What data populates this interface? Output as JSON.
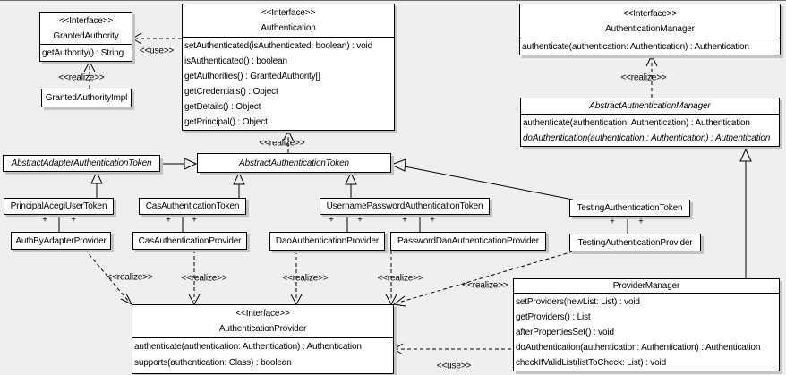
{
  "diagram_type": "uml-class-diagram",
  "colors": {
    "background": "#efefef",
    "box_fill": "#ffffff",
    "line": "#000000",
    "shadow": "#c3c3c3"
  },
  "labels": {
    "interface_stereotype": "<<Interface>>",
    "use": "<<use>>",
    "realize": "<<realize>>",
    "plus": "+"
  },
  "classes": {
    "granted_authority": {
      "stereotype": "<<Interface>>",
      "name": "GrantedAuthority",
      "methods": [
        "getAuthority() : String"
      ]
    },
    "granted_authority_impl": {
      "name": "GrantedAuthorityImpl"
    },
    "authentication": {
      "stereotype": "<<Interface>>",
      "name": "Authentication",
      "methods": [
        "setAuthenticated(isAuthenticated: boolean) : void",
        "isAuthenticated() : boolean",
        "getAuthorities() : GrantedAuthority[]",
        "getCredentials() : Object",
        "getDetails() : Object",
        "getPrincipal() : Object"
      ]
    },
    "authentication_manager": {
      "stereotype": "<<Interface>>",
      "name": "AuthenticationManager",
      "methods": [
        "authenticate(authentication: Authentication) : Authentication"
      ]
    },
    "abstract_authentication_manager": {
      "name": "AbstractAuthenticationManager",
      "abstract": true,
      "methods": [
        "authenticate(authentication: Authentication) : Authentication",
        "doAuthentication(authentication : Authentication) : Authentication"
      ]
    },
    "abstract_adapter_authentication_token": {
      "name": "AbstractAdapterAuthenticationToken",
      "abstract": true
    },
    "abstract_authentication_token": {
      "name": "AbstractAuthenticationToken",
      "abstract": true
    },
    "principal_acegi_user_token": {
      "name": "PrincipalAcegiUserToken"
    },
    "cas_authentication_token": {
      "name": "CasAuthenticationToken"
    },
    "username_password_authentication_token": {
      "name": "UsernamePasswordAuthenticationToken"
    },
    "testing_authentication_token": {
      "name": "TestingAuthenticationToken"
    },
    "auth_by_adapter_provider": {
      "name": "AuthByAdapterProvider"
    },
    "cas_authentication_provider": {
      "name": "CasAuthenticationProvider"
    },
    "dao_authentication_provider": {
      "name": "DaoAuthenticationProvider"
    },
    "password_dao_authentication_provider": {
      "name": "PasswordDaoAuthenticationProvider"
    },
    "testing_authentication_provider": {
      "name": "TestingAuthenticationProvider"
    },
    "authentication_provider": {
      "stereotype": "<<Interface>>",
      "name": "AuthenticationProvider",
      "methods": [
        "authenticate(authentication: Authentication) : Authentication",
        "supports(authentication: Class) : boolean"
      ]
    },
    "provider_manager": {
      "name": "ProviderManager",
      "methods": [
        "setProviders(newList: List) : void",
        "getProviders() : List",
        "afterPropertiesSet() : void",
        "doAuthentication(authentication: Authentication) : Authentication",
        "checkIfValidList(listToCheck: List) : void"
      ]
    }
  },
  "relationships": [
    {
      "from": "GrantedAuthorityImpl",
      "to": "GrantedAuthority",
      "type": "realize"
    },
    {
      "from": "Authentication",
      "to": "GrantedAuthority",
      "type": "use"
    },
    {
      "from": "AbstractAuthenticationToken",
      "to": "Authentication",
      "type": "realize"
    },
    {
      "from": "AbstractAuthenticationManager",
      "to": "AuthenticationManager",
      "type": "realize"
    },
    {
      "from": "AbstractAdapterAuthenticationToken",
      "to": "AbstractAuthenticationToken",
      "type": "generalization"
    },
    {
      "from": "PrincipalAcegiUserToken",
      "to": "AbstractAdapterAuthenticationToken",
      "type": "generalization"
    },
    {
      "from": "CasAuthenticationToken",
      "to": "AbstractAuthenticationToken",
      "type": "generalization"
    },
    {
      "from": "UsernamePasswordAuthenticationToken",
      "to": "AbstractAuthenticationToken",
      "type": "generalization"
    },
    {
      "from": "TestingAuthenticationToken",
      "to": "AbstractAuthenticationToken",
      "type": "generalization"
    },
    {
      "from": "ProviderManager",
      "to": "AbstractAuthenticationManager",
      "type": "generalization"
    },
    {
      "from": "PrincipalAcegiUserToken",
      "to": "AuthByAdapterProvider",
      "type": "association",
      "multiplicities": [
        "+",
        "+"
      ]
    },
    {
      "from": "CasAuthenticationToken",
      "to": "CasAuthenticationProvider",
      "type": "association",
      "multiplicities": [
        "+",
        "+"
      ]
    },
    {
      "from": "UsernamePasswordAuthenticationToken",
      "to": "DaoAuthenticationProvider",
      "type": "association",
      "multiplicities": [
        "+",
        "+"
      ]
    },
    {
      "from": "UsernamePasswordAuthenticationToken",
      "to": "PasswordDaoAuthenticationProvider",
      "type": "association",
      "multiplicities": [
        "+",
        "+"
      ]
    },
    {
      "from": "TestingAuthenticationToken",
      "to": "TestingAuthenticationProvider",
      "type": "association",
      "multiplicities": [
        "+",
        "+"
      ]
    },
    {
      "from": "AuthByAdapterProvider",
      "to": "AuthenticationProvider",
      "type": "realize"
    },
    {
      "from": "CasAuthenticationProvider",
      "to": "AuthenticationProvider",
      "type": "realize"
    },
    {
      "from": "DaoAuthenticationProvider",
      "to": "AuthenticationProvider",
      "type": "realize"
    },
    {
      "from": "PasswordDaoAuthenticationProvider",
      "to": "AuthenticationProvider",
      "type": "realize"
    },
    {
      "from": "TestingAuthenticationProvider",
      "to": "AuthenticationProvider",
      "type": "realize"
    },
    {
      "from": "ProviderManager",
      "to": "AuthenticationProvider",
      "type": "use"
    }
  ]
}
